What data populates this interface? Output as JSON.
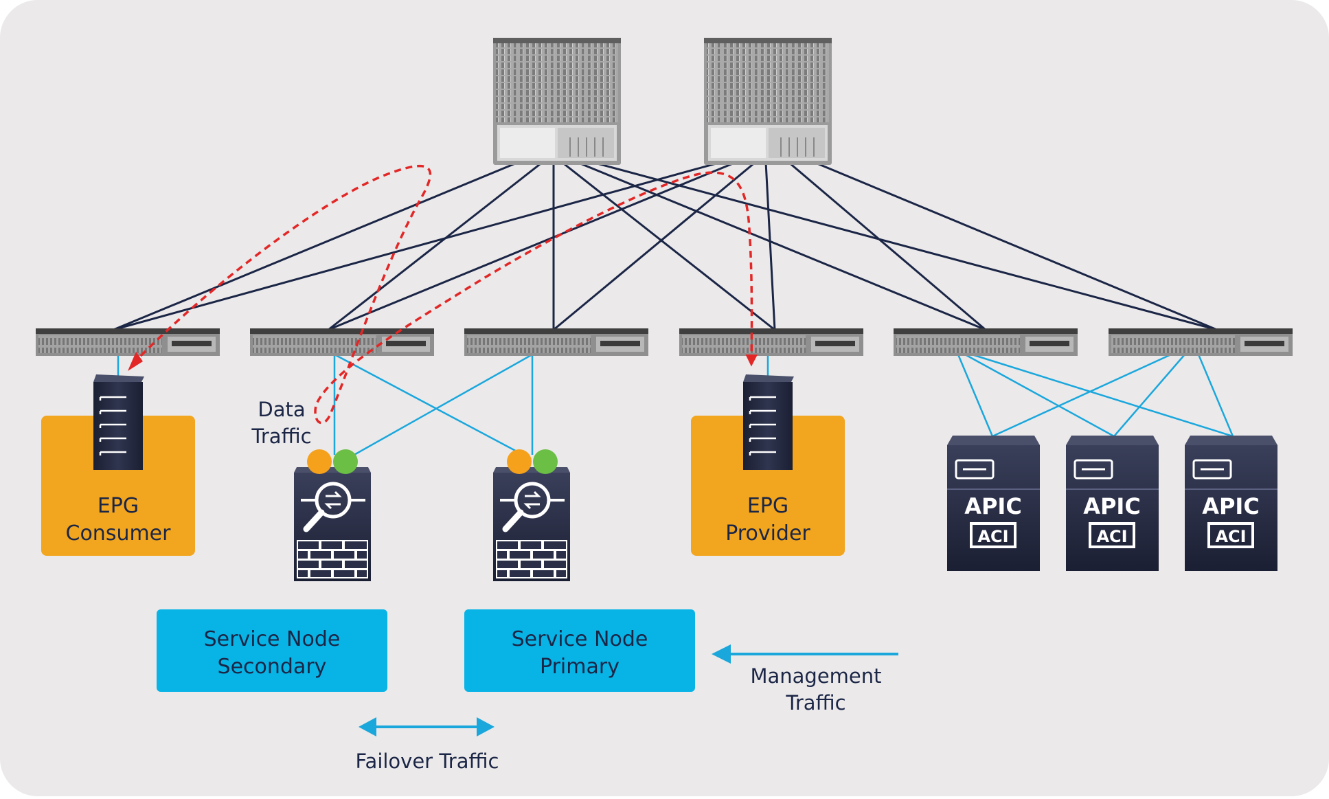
{
  "labels": {
    "data_traffic_line1": "Data",
    "data_traffic_line2": "Traffic",
    "epg_consumer_line1": "EPG",
    "epg_consumer_line2": "Consumer",
    "epg_provider_line1": "EPG",
    "epg_provider_line2": "Provider",
    "service_node_secondary_line1": "Service Node",
    "service_node_secondary_line2": "Secondary",
    "service_node_primary_line1": "Service Node",
    "service_node_primary_line2": "Primary",
    "management_traffic_line1": "Management",
    "management_traffic_line2": "Traffic",
    "failover_traffic": "Failover Traffic",
    "apic_1": "APIC",
    "apic_2": "APIC",
    "apic_3": "APIC",
    "aci_1": "ACI",
    "aci_2": "ACI",
    "aci_3": "ACI"
  },
  "colors": {
    "background": "#ebe9ea",
    "fabric_link": "#1b2646",
    "access_link": "#1aa7dc",
    "data_path": "#e32626",
    "epg_box": "#f2a51e",
    "service_box": "#08b4e6",
    "text_dark": "#1b2646",
    "status_orange": "#f5a11c",
    "status_green": "#6abf44"
  }
}
